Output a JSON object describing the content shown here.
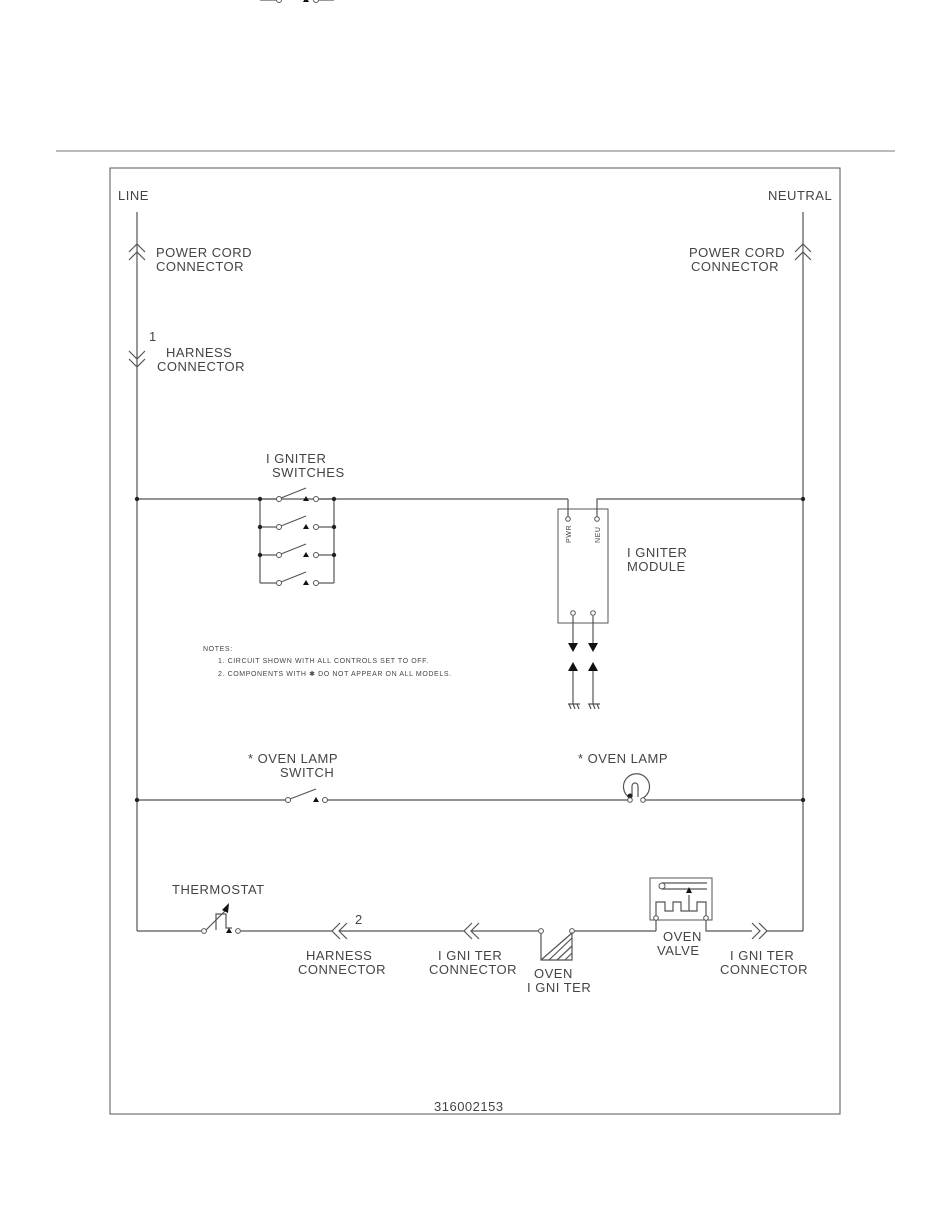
{
  "labels": {
    "line": "LINE",
    "neutral": "NEUTRAL",
    "power_cord_left": [
      "POWER CORD",
      "CONNECTOR"
    ],
    "power_cord_right": [
      "POWER CORD",
      "CONNECTOR"
    ],
    "harness_top_number": "1",
    "harness_top": [
      "HARNESS",
      "CONNECTOR"
    ],
    "igniter_switches": [
      "I GNITER",
      "SWITCHES"
    ],
    "igniter_module": [
      "I GNITER",
      "MODULE"
    ],
    "pwr": "PWR",
    "neu": "NEU",
    "oven_lamp_switch": [
      "* OVEN LAMP",
      "SWITCH"
    ],
    "oven_lamp": "* OVEN LAMP",
    "thermostat": "THERMOSTAT",
    "harness_bottom_number": "2",
    "harness_bottom": [
      "HARNESS",
      "CONNECTOR"
    ],
    "igniter_connector_left": [
      "I GNI TER",
      "CONNECTOR"
    ],
    "oven_igniter": [
      "OVEN",
      "I GNI TER"
    ],
    "oven_valve": [
      "OVEN",
      "VALVE"
    ],
    "igniter_connector_right": [
      "I GNI TER",
      "CONNECTOR"
    ],
    "part_number": "316002153"
  },
  "notes": {
    "title": "NOTES:",
    "items": [
      "1.  CIRCUIT SHOWN WITH ALL CONTROLS SET TO OFF.",
      "2.  COMPONENTS WITH ✱ DO NOT APPEAR ON ALL MODELS."
    ]
  }
}
